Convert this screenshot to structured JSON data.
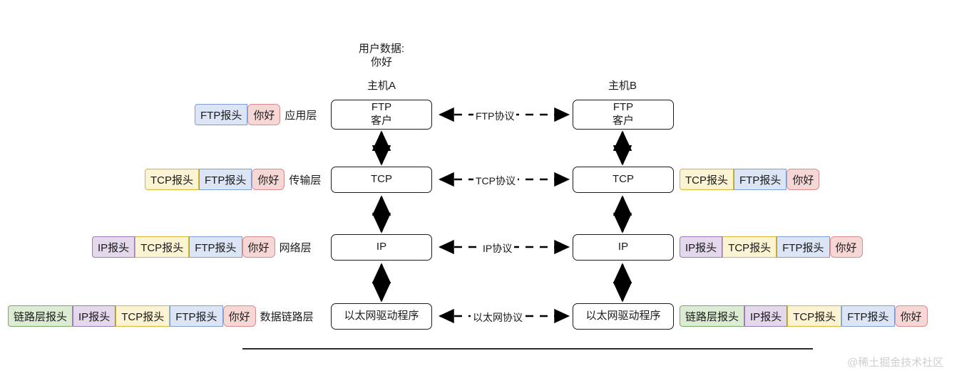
{
  "diagram": {
    "title_note": "用户数据:\n你好",
    "user_data_label_line1": "用户数据:",
    "user_data_label_line2": "你好",
    "host_a": "主机A",
    "host_b": "主机B",
    "layers": [
      {
        "id": "application",
        "layer_name": "应用层",
        "node_label": "FTP\n客户",
        "protocol_label": "FTP协议",
        "chips_left": [
          {
            "text": "FTP报头",
            "kind": "ftp"
          },
          {
            "text": "你好",
            "kind": "data"
          }
        ],
        "chips_right": []
      },
      {
        "id": "transport",
        "layer_name": "传输层",
        "node_label": "TCP",
        "protocol_label": "TCP协议",
        "chips_left": [
          {
            "text": "TCP报头",
            "kind": "tcp"
          },
          {
            "text": "FTP报头",
            "kind": "ftp"
          },
          {
            "text": "你好",
            "kind": "data"
          }
        ],
        "chips_right": [
          {
            "text": "TCP报头",
            "kind": "tcp"
          },
          {
            "text": "FTP报头",
            "kind": "ftp"
          },
          {
            "text": "你好",
            "kind": "data"
          }
        ]
      },
      {
        "id": "network",
        "layer_name": "网络层",
        "node_label": "IP",
        "protocol_label": "IP协议",
        "chips_left": [
          {
            "text": "IP报头",
            "kind": "ip"
          },
          {
            "text": "TCP报头",
            "kind": "tcp"
          },
          {
            "text": "FTP报头",
            "kind": "ftp"
          },
          {
            "text": "你好",
            "kind": "data"
          }
        ],
        "chips_right": [
          {
            "text": "IP报头",
            "kind": "ip"
          },
          {
            "text": "TCP报头",
            "kind": "tcp"
          },
          {
            "text": "FTP报头",
            "kind": "ftp"
          },
          {
            "text": "你好",
            "kind": "data"
          }
        ]
      },
      {
        "id": "datalink",
        "layer_name": "数据链路层",
        "node_label": "以太网驱动程序",
        "protocol_label": "以太网协议",
        "chips_left": [
          {
            "text": "链路层报头",
            "kind": "link"
          },
          {
            "text": "IP报头",
            "kind": "ip"
          },
          {
            "text": "TCP报头",
            "kind": "tcp"
          },
          {
            "text": "FTP报头",
            "kind": "ftp"
          },
          {
            "text": "你好",
            "kind": "data"
          }
        ],
        "chips_right": [
          {
            "text": "链路层报头",
            "kind": "link"
          },
          {
            "text": "IP报头",
            "kind": "ip"
          },
          {
            "text": "TCP报头",
            "kind": "tcp"
          },
          {
            "text": "FTP报头",
            "kind": "ftp"
          },
          {
            "text": "你好",
            "kind": "data"
          }
        ]
      }
    ],
    "watermark": "@稀土掘金技术社区",
    "colors": {
      "link_header_bg": "#dcecd2",
      "link_header_border": "#7aab62",
      "ip_header_bg": "#e3d8ec",
      "ip_header_border": "#9a79b8",
      "tcp_header_bg": "#fcf3d2",
      "tcp_header_border": "#d4b636",
      "ftp_header_bg": "#dbe5f6",
      "ftp_header_border": "#7b9fd4",
      "payload_bg": "#f7d6d6",
      "payload_border": "#d98c8c",
      "node_border": "#1b1b1b",
      "arrow": "#000000",
      "watermark": "#cfcfcf"
    }
  }
}
